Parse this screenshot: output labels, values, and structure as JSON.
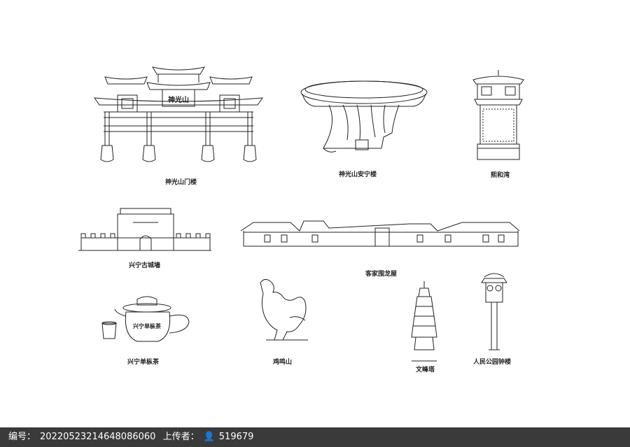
{
  "landmarks": [
    {
      "label": "神光山门楼",
      "sign": "神光山"
    },
    {
      "label": "神光山安宁楼"
    },
    {
      "label": "熙和湾"
    },
    {
      "label": "兴宁古城墙"
    },
    {
      "label": "客家围龙屋"
    },
    {
      "label": "兴宁单枞茶",
      "sign": "兴宁单枞茶"
    },
    {
      "label": "鸡鸣山"
    },
    {
      "label": "文峰塔"
    },
    {
      "label": "人民公园钟楼"
    }
  ],
  "footer": {
    "id_label": "编号：",
    "id_value": "20220523214648086060",
    "uploader_label": "上传者：",
    "uploader_icon": "user-icon",
    "uploader_id": "519679"
  },
  "colors": {
    "line": "#222222",
    "footer_bg": "#3a3a3a",
    "footer_text": "#ffffff"
  }
}
